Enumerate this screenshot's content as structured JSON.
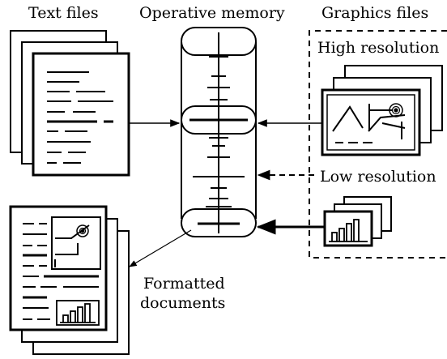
{
  "labels": {
    "text_files": "Text files",
    "operative_memory": "Operative memory",
    "graphics_files": "Graphics files",
    "high_resolution": "High resolution",
    "low_resolution": "Low resolution",
    "formatted_line1": "Formatted",
    "formatted_line2": "documents"
  },
  "colors": {
    "ink": "#000000",
    "paper": "#ffffff"
  }
}
